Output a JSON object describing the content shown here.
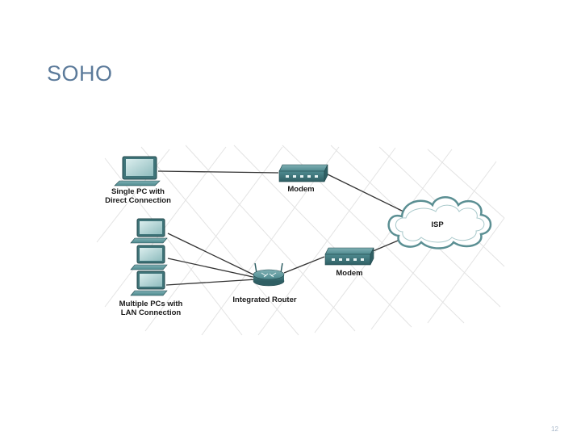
{
  "slide": {
    "title": "SOHO",
    "page_number": "12"
  },
  "diagram": {
    "labels": {
      "single_pc_line1": "Single PC with",
      "single_pc_line2": "Direct Connection",
      "modem_top": "Modem",
      "modem_bottom": "Modem",
      "isp": "ISP",
      "multi_pc_line1": "Multiple PCs with",
      "multi_pc_line2": "LAN Connection",
      "router": "Integrated Router"
    },
    "colors": {
      "device_teal": "#4e8a8f",
      "device_dark": "#2f5f64",
      "cloud_outline": "#5b8f93",
      "link_line": "#333333",
      "grid_line": "#e3e3e3",
      "title_blue": "#5b7a9a"
    }
  }
}
